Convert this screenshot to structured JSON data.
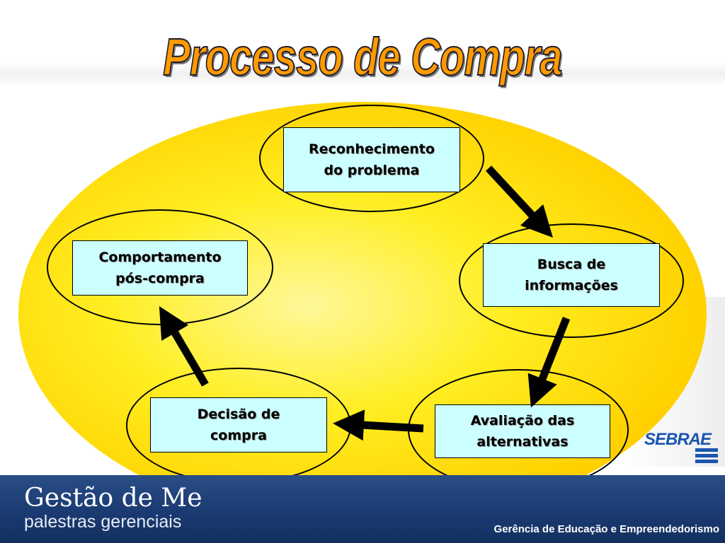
{
  "title": "Processo de Compra",
  "nodes": {
    "recognition": "Reconhecimento\ndo problema",
    "search": "Busca de\ninformações",
    "evaluation": "Avaliação das\nalternativas",
    "decision": "Decisão de\ncompra",
    "post_purchase": "Comportamento\npós-compra"
  },
  "logo": {
    "text": "SEBRAE"
  },
  "footer": {
    "title": "Gestão de Me",
    "subtitle": "palestras gerenciais",
    "right_text": "Gerência de Educação e Empreendedorismo"
  },
  "colors": {
    "title": "#ff9a00",
    "ellipse": "#ffdd00",
    "node_box": "#ccffff",
    "footer": "#1f427b",
    "logo": "#1b55b0"
  }
}
